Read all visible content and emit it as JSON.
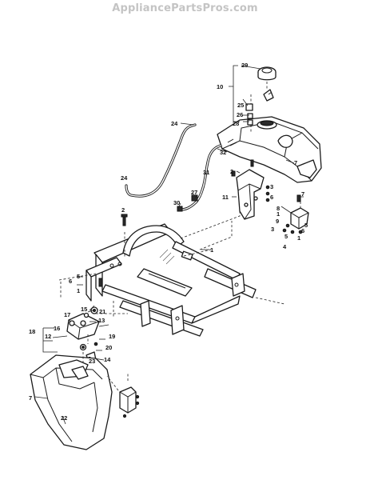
{
  "watermark": "AppliancePartsPros.com",
  "callouts": {
    "c29": "29",
    "c10": "10",
    "c25": "25",
    "c26": "26",
    "c28": "28",
    "c24a": "24",
    "c32": "32",
    "c7a": "7",
    "c2a": "2",
    "c3a": "3",
    "c6a": "6",
    "c11": "11",
    "c31": "31",
    "c24b": "24",
    "c27": "27",
    "c30": "30",
    "c7b": "7",
    "c8": "8",
    "c1a": "1",
    "c9": "9",
    "c5a": "5",
    "c3b": "3",
    "c5b": "5",
    "c6b": "6",
    "c1b": "1",
    "c4": "4",
    "c2b": "2",
    "c1c": "1",
    "c5c": "5",
    "c6c": "6",
    "c1d": "1",
    "c15": "15",
    "c17": "17",
    "c21": "21",
    "c13": "13",
    "c18": "18",
    "c16": "16",
    "c12": "12",
    "c19": "19",
    "c20": "20",
    "c23": "23",
    "c14": "14",
    "c7c": "7",
    "c22": "22"
  }
}
